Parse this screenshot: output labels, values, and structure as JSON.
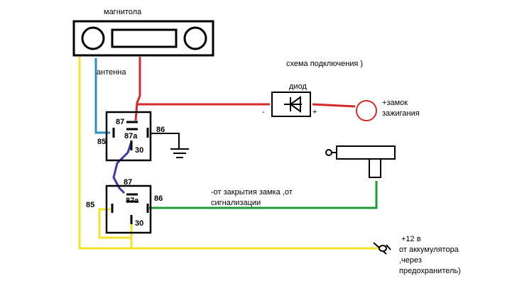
{
  "labels": {
    "head_unit": "магнитола",
    "antenna": "антенна",
    "scheme": "схема подключения )",
    "diode": "диод",
    "minus": "-",
    "plus": "+",
    "ignition_line1": "+замок",
    "ignition_line2": "зажигания",
    "lock_signal_line1": "-от закрытия замка ,от",
    "lock_signal_line2": "сигнализации",
    "battery_line1": "+12 в",
    "battery_line2": "от аккумулятора",
    "battery_line3": ",через",
    "battery_line4": "предохранитель)"
  },
  "relay_top": {
    "p87": "87",
    "p87a": "87a",
    "p86": "86",
    "p85": "85",
    "p30": "30"
  },
  "relay_bottom": {
    "p87": "87",
    "p87a": "87a",
    "p86": "86",
    "p85": "85",
    "p30": "30"
  },
  "colors": {
    "red": "#d42a2a",
    "blue": "#2a8fc4",
    "yellow": "#f2e22a",
    "green": "#1f9a3a",
    "purple": "#3a3aa8",
    "black": "#000000"
  }
}
